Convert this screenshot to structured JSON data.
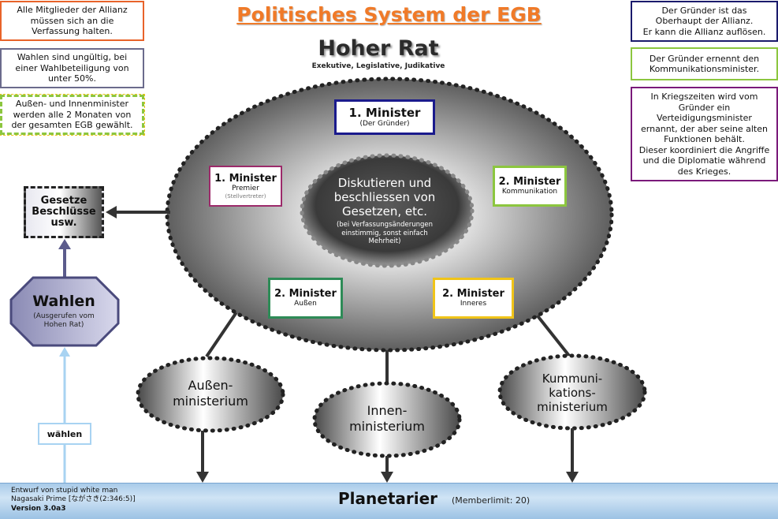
{
  "title": "Politisches System der EGB",
  "council": {
    "title": "Hoher Rat",
    "subtitle": "Exekutive, Legislative, Judikative",
    "center_title": "Diskutieren und\nbeschliessen von\nGesetzen, etc.",
    "center_note": "(bei Verfassungsänderungen\neinstimmig, sonst einfach\nMehrheit)"
  },
  "ministers": {
    "founder": {
      "title": "1. Minister",
      "sub": "(Der Gründer)",
      "color": "#1a1a8c"
    },
    "premier": {
      "title": "1. Minister",
      "sub": "Premier",
      "sub2": "(Stellvertreter)",
      "color": "#9c2a6a"
    },
    "communication": {
      "title": "2. Minister",
      "sub": "Kommunikation",
      "color": "#8cc63f"
    },
    "foreign": {
      "title": "2. Minister",
      "sub": "Außen",
      "color": "#2e8b57"
    },
    "interior": {
      "title": "2. Minister",
      "sub": "Inneres",
      "color": "#f0c419"
    }
  },
  "ministries": {
    "foreign": "Außen-\nministerium",
    "interior": "Innen-\nministerium",
    "communication": "Kummuni-\nkations-\nministerium"
  },
  "laws": "Gesetze\nBeschlüsse\nusw.",
  "elections": {
    "title": "Wahlen",
    "sub": "(Ausgerufen vom\nHohen Rat)"
  },
  "vote_label": "wählen",
  "planet": {
    "label": "Planetarier",
    "limit": "(Memberlimit: 20)"
  },
  "credits": {
    "line1": "Entwurf von stupid white man",
    "line2": "Nagasaki Prime [ながさき(2:346:5)]",
    "line3": "Version 3.0a3"
  },
  "notes_left": [
    {
      "text": "Alle Mitglieder der Allianz\nmüssen sich an die\nVerfassung halten.",
      "color": "#e8632a"
    },
    {
      "text": "Wahlen sind ungültig, bei\neiner Wahlbeteiligung von\nunter 50%.",
      "color": "#6b6b8c"
    },
    {
      "text": "Außen- und Innenminister\nwerden alle 2 Monaten von\nder gesamten EGB gewählt.",
      "color": "#8cc63f"
    }
  ],
  "notes_right": [
    {
      "text": "Der Gründer ist das\nOberhaupt der Allianz.\nEr kann die Allianz auflösen.",
      "color": "#1a1a6c"
    },
    {
      "text": "Der Gründer ernennt den\nKommunikationsminister.",
      "color": "#8cc63f"
    },
    {
      "text": "In Kriegszeiten wird vom\nGründer ein\nVerteidigungsminister\nernannt, der aber seine alten\nFunktionen behält.\nDieser koordiniert die Angriffe\nund die Diplomatie während\ndes Krieges.",
      "color": "#7a1a7a"
    }
  ]
}
